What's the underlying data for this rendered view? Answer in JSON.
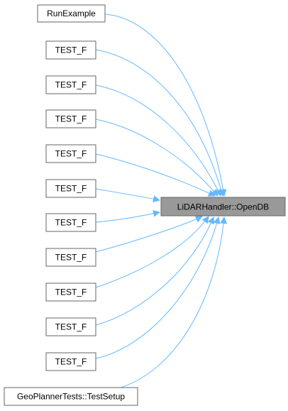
{
  "graph": {
    "target": {
      "label": "LiDARHandler::OpenDB"
    },
    "callers": [
      {
        "label": "RunExample"
      },
      {
        "label": "TEST_F"
      },
      {
        "label": "TEST_F"
      },
      {
        "label": "TEST_F"
      },
      {
        "label": "TEST_F"
      },
      {
        "label": "TEST_F"
      },
      {
        "label": "TEST_F"
      },
      {
        "label": "TEST_F"
      },
      {
        "label": "TEST_F"
      },
      {
        "label": "TEST_F"
      },
      {
        "label": "TEST_F"
      },
      {
        "label": "GeoPlannerTests::TestSetup"
      }
    ],
    "colors": {
      "edge": "#63b8ff",
      "node_border": "#666666",
      "target_fill": "#999999",
      "node_fill": "#ffffff"
    }
  }
}
